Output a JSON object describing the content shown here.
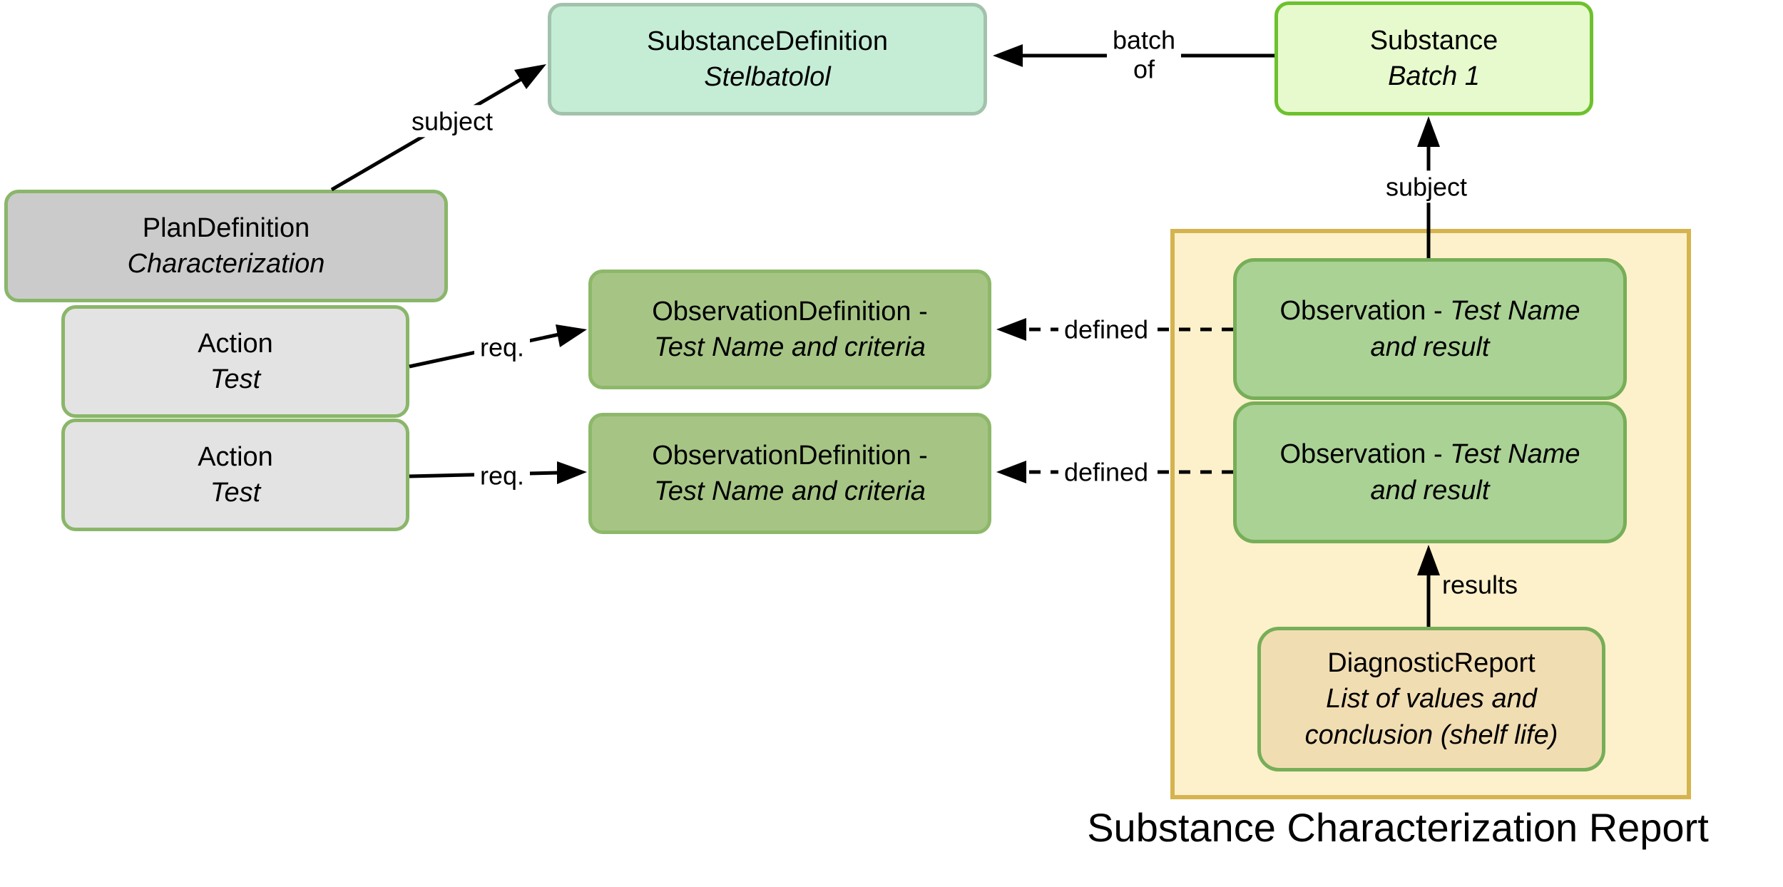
{
  "nodes": {
    "substance_definition": {
      "title": "SubstanceDefinition",
      "subtitle": "Stelbatolol"
    },
    "substance": {
      "title": "Substance",
      "subtitle": "Batch 1"
    },
    "plan_definition": {
      "title": "PlanDefinition",
      "subtitle": "Characterization"
    },
    "action_1": {
      "title": "Action",
      "subtitle": "Test"
    },
    "action_2": {
      "title": "Action",
      "subtitle": "Test"
    },
    "observation_definition_1": {
      "title": "ObservationDefinition -",
      "subtitle": "Test Name and criteria"
    },
    "observation_definition_2": {
      "title": "ObservationDefinition -",
      "subtitle": "Test Name and criteria"
    },
    "observation_1": {
      "prefix": "Observation - ",
      "name": "Test Name",
      "result": "and result"
    },
    "observation_2": {
      "prefix": "Observation - ",
      "name": "Test Name",
      "result": "and result"
    },
    "diagnostic_report": {
      "title": "DiagnosticReport",
      "subtitle_line1": "List of values and",
      "subtitle_line2": "conclusion (shelf life)"
    }
  },
  "edge_labels": {
    "subject_plan": "subject",
    "batch": "batch",
    "of": "of",
    "subject_observation": "subject",
    "req_1": "req.",
    "req_2": "req.",
    "defined_1": "defined",
    "defined_2": "defined",
    "results": "results"
  },
  "container": {
    "label": "Substance Characterization Report"
  },
  "colors": {
    "substance_definition_fill": "#c5edd6",
    "substance_definition_border": "#a2c2ac",
    "substance_fill": "#e7facd",
    "substance_border": "#6dc12d",
    "plan_definition_fill": "#cbcbcb",
    "action_fill": "#e3e3e3",
    "gray_box_border": "#8ab66a",
    "observation_definition_fill": "#a6c585",
    "observation_definition_border": "#8db869",
    "observation_fill": "#aad295",
    "observation_border": "#77ae58",
    "diagnostic_report_fill": "#f1ddb2",
    "report_container_fill": "#fdf1cb",
    "report_container_border": "#d5b44f",
    "line_color": "#000000"
  }
}
